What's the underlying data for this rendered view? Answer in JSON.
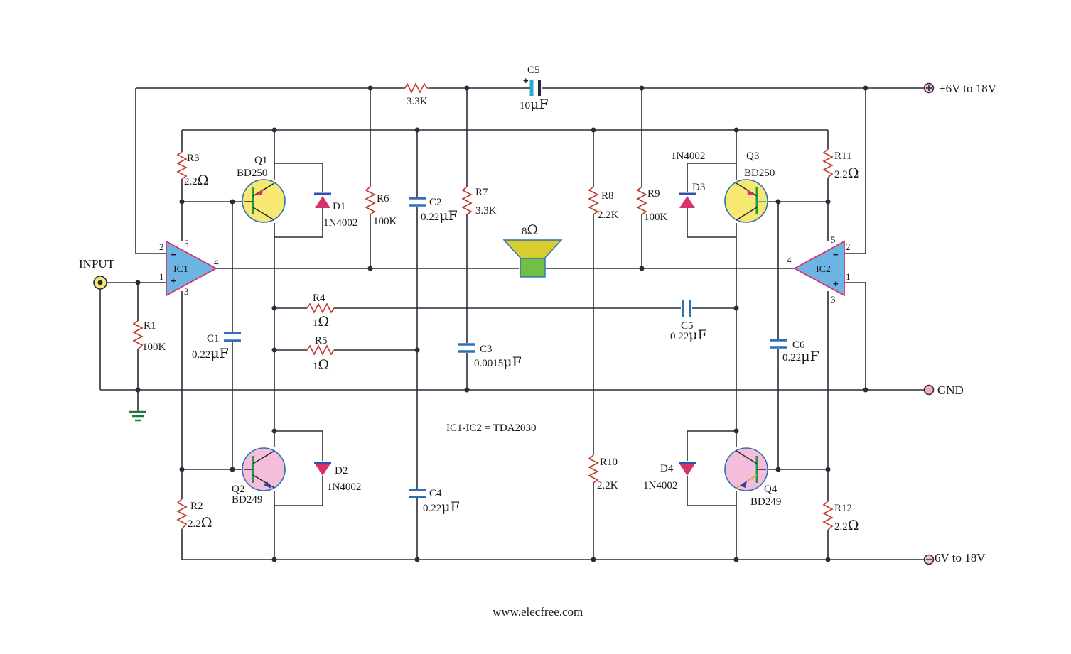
{
  "terminals": {
    "vplus": "+6V to 18V",
    "vminus": "6V to 18V",
    "gnd": "GND",
    "input": "INPUT"
  },
  "ics": {
    "ic1": "IC1",
    "ic2": "IC2",
    "note": "IC1-IC2 = TDA2030",
    "ic1_pins": {
      "p1": "1",
      "p2": "2",
      "p3": "3",
      "p4": "4",
      "p5": "5"
    },
    "ic2_pins": {
      "p1": "1",
      "p2": "2",
      "p3": "3",
      "p4": "4",
      "p5": "5"
    }
  },
  "resistors": {
    "r1": {
      "name": "R1",
      "value": "100K"
    },
    "r2": {
      "name": "R2",
      "value": "2.2",
      "unit": "Ω"
    },
    "r3": {
      "name": "R3",
      "value": "2.2",
      "unit": "Ω"
    },
    "r4": {
      "name": "R4",
      "value": "1",
      "unit": "Ω"
    },
    "r5": {
      "name": "R5",
      "value": "1",
      "unit": "Ω"
    },
    "r6": {
      "name": "R6",
      "value": "100K"
    },
    "r7": {
      "name": "R7",
      "value": "3.3K"
    },
    "r7_top": {
      "value": "3.3K"
    },
    "r8": {
      "name": "R8",
      "value": "2.2K"
    },
    "r9": {
      "name": "R9",
      "value": "100K"
    },
    "r10": {
      "name": "R10",
      "value": "2.2K"
    },
    "r11": {
      "name": "R11",
      "value": "2.2",
      "unit": "Ω"
    },
    "r12": {
      "name": "R12",
      "value": "2.2",
      "unit": "Ω"
    }
  },
  "capacitors": {
    "c1": {
      "name": "C1",
      "value": "0.22",
      "unit": "μF"
    },
    "c2": {
      "name": "C2",
      "value": "0.22",
      "unit": "μF"
    },
    "c3": {
      "name": "C3",
      "value": "0.0015",
      "unit": "μF"
    },
    "c4": {
      "name": "C4",
      "value": "0.22",
      "unit": "μF"
    },
    "c5_top": {
      "name": "C5",
      "value": "10",
      "unit": "μF"
    },
    "c5_mid": {
      "name": "C5",
      "value": "0.22",
      "unit": "μF"
    },
    "c6": {
      "name": "C6",
      "value": "0.22",
      "unit": "μF"
    }
  },
  "transistors": {
    "q1": {
      "name": "Q1",
      "part": "BD250"
    },
    "q2": {
      "name": "Q2",
      "part": "BD249"
    },
    "q3": {
      "name": "Q3",
      "part": "BD250"
    },
    "q4": {
      "name": "Q4",
      "part": "BD249"
    }
  },
  "diodes": {
    "d1": {
      "name": "D1",
      "part": "1N4002"
    },
    "d2": {
      "name": "D2",
      "part": "1N4002"
    },
    "d3": {
      "name": "D3",
      "part": "1N4002"
    },
    "d4": {
      "name": "D4",
      "part": "1N4002"
    }
  },
  "speaker": {
    "value": "8",
    "unit": "Ω"
  },
  "footer": "www.elecfree.com",
  "colors": {
    "wire": "#2b2b3a",
    "resistor": "#c0392b",
    "capacitor": "#2f6fb5",
    "opamp": "#6cb4e4",
    "pnp": "#f6e871",
    "npn": "#f4bedb",
    "diode": "#d6336c",
    "speaker_cone": "#d8cc2e",
    "speaker_box": "#6fc044",
    "ground": "#1f7a3a"
  }
}
